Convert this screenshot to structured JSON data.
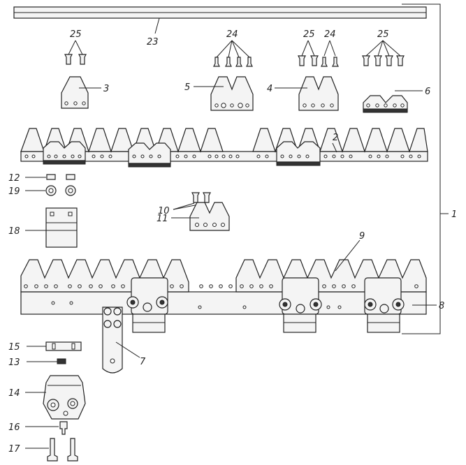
{
  "labels": {
    "n1": "1",
    "n2": "2",
    "n3": "3",
    "n4": "4",
    "n5": "5",
    "n6": "6",
    "n7": "7",
    "n8": "8",
    "n9": "9",
    "n10": "10",
    "n11": "11",
    "n12": "12",
    "n13": "13",
    "n14": "14",
    "n15": "15",
    "n16": "16",
    "n17": "17",
    "n18": "18",
    "n19": "19",
    "n23": "23",
    "n24a": "24",
    "n24b": "24",
    "n25a": "25",
    "n25b": "25",
    "n25c": "25"
  }
}
